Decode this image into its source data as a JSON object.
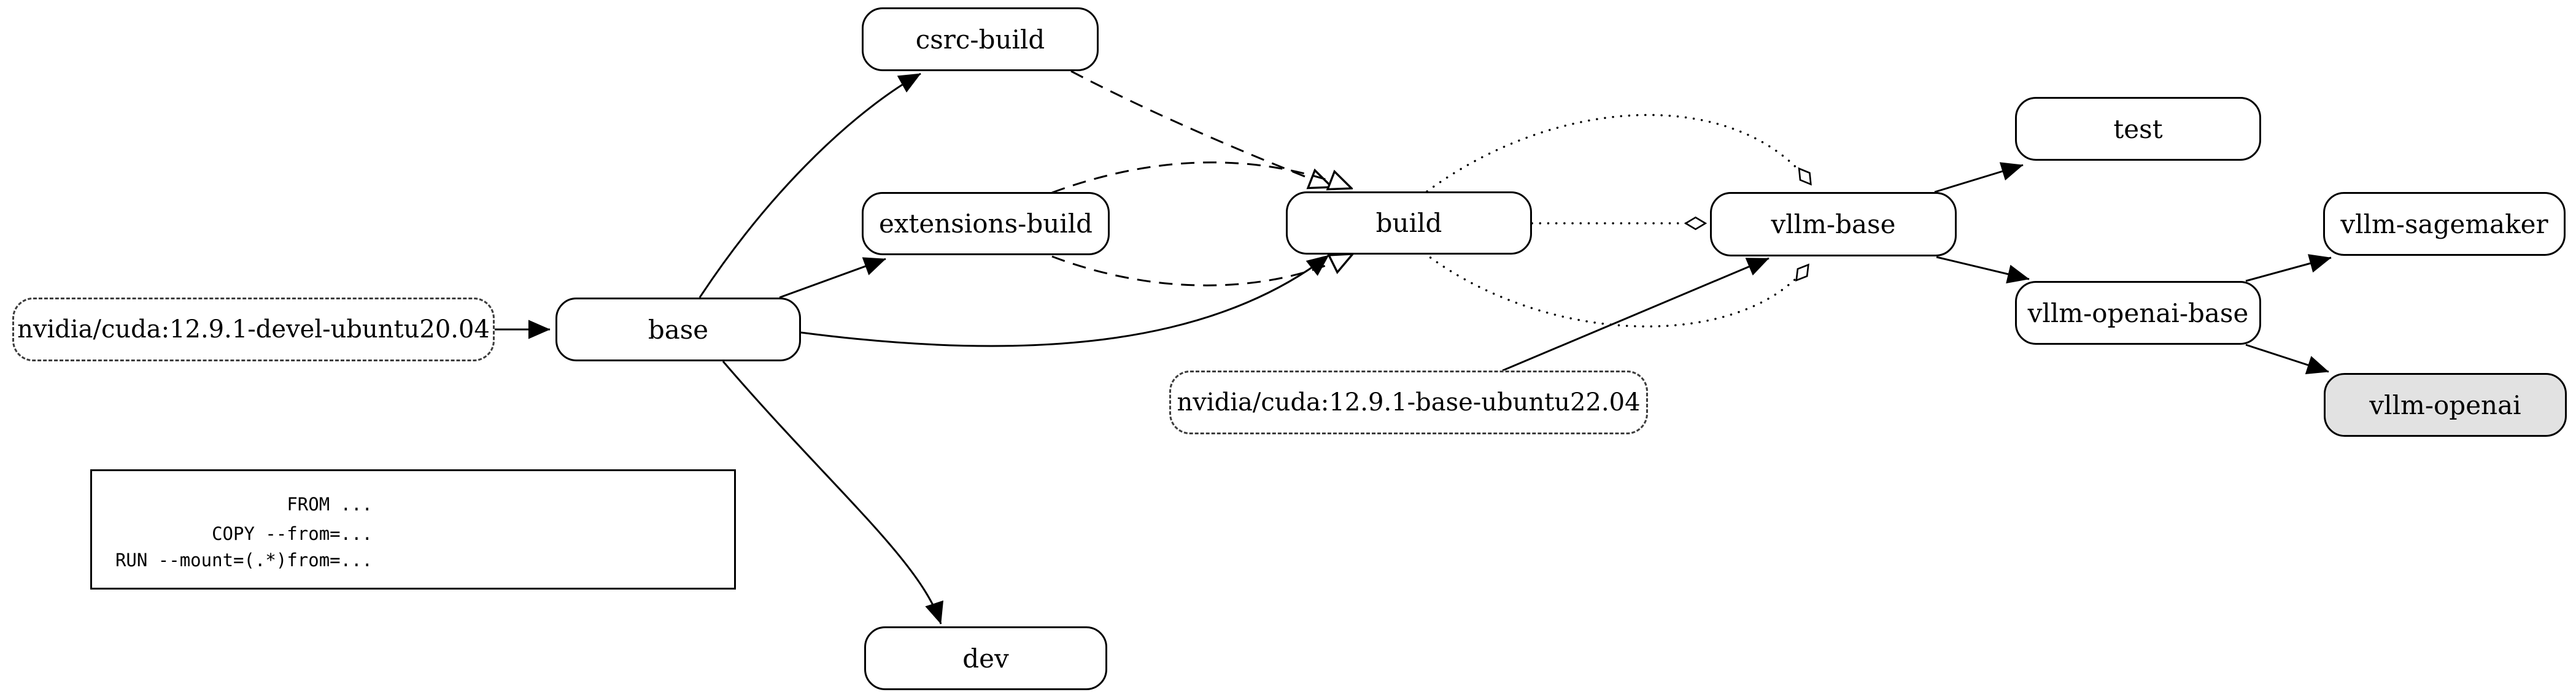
{
  "diagram": {
    "kind": "docker-build-stage-graph",
    "nodes": [
      {
        "id": "cuda-devel",
        "label": "nvidia/cuda:12.9.1-devel-ubuntu20.04",
        "type": "external-image"
      },
      {
        "id": "base",
        "label": "base",
        "type": "stage"
      },
      {
        "id": "csrc-build",
        "label": "csrc-build",
        "type": "stage"
      },
      {
        "id": "extensions-build",
        "label": "extensions-build",
        "type": "stage"
      },
      {
        "id": "build",
        "label": "build",
        "type": "stage"
      },
      {
        "id": "vllm-base",
        "label": "vllm-base",
        "type": "stage"
      },
      {
        "id": "test",
        "label": "test",
        "type": "stage"
      },
      {
        "id": "vllm-sagemaker",
        "label": "vllm-sagemaker",
        "type": "stage"
      },
      {
        "id": "vllm-openai-base",
        "label": "vllm-openai-base",
        "type": "stage"
      },
      {
        "id": "vllm-openai",
        "label": "vllm-openai",
        "type": "stage-highlighted"
      },
      {
        "id": "cuda-base",
        "label": "nvidia/cuda:12.9.1-base-ubuntu22.04",
        "type": "external-image"
      },
      {
        "id": "dev",
        "label": "dev",
        "type": "stage"
      }
    ],
    "edges": [
      {
        "from": "nvidia/cuda:12.9.1-devel-ubuntu20.04",
        "to": "base",
        "relation": "FROM",
        "line": "solid",
        "arrowhead": "filled-triangle"
      },
      {
        "from": "base",
        "to": "csrc-build",
        "relation": "FROM",
        "line": "solid",
        "arrowhead": "filled-triangle"
      },
      {
        "from": "base",
        "to": "extensions-build",
        "relation": "FROM",
        "line": "solid",
        "arrowhead": "filled-triangle"
      },
      {
        "from": "base",
        "to": "build",
        "relation": "FROM",
        "line": "solid",
        "arrowhead": "filled-triangle"
      },
      {
        "from": "base",
        "to": "dev",
        "relation": "FROM",
        "line": "solid",
        "arrowhead": "filled-triangle"
      },
      {
        "from": "csrc-build",
        "to": "build",
        "relation": "COPY --from",
        "line": "dashed",
        "arrowhead": "open-triangle"
      },
      {
        "from": "extensions-build",
        "to": "build",
        "relation": "COPY --from",
        "line": "dashed",
        "arrowhead": "open-triangle"
      },
      {
        "from": "extensions-build",
        "to": "build",
        "relation": "COPY --from",
        "line": "dashed",
        "arrowhead": "open-triangle"
      },
      {
        "from": "build",
        "to": "vllm-base",
        "relation": "RUN --mount=(.*)from=",
        "line": "dotted",
        "arrowhead": "open-diamond"
      },
      {
        "from": "build",
        "to": "vllm-base",
        "relation": "RUN --mount=(.*)from=",
        "line": "dotted",
        "arrowhead": "open-diamond"
      },
      {
        "from": "build",
        "to": "vllm-base",
        "relation": "RUN --mount=(.*)from=",
        "line": "dotted",
        "arrowhead": "open-diamond"
      },
      {
        "from": "nvidia/cuda:12.9.1-base-ubuntu22.04",
        "to": "vllm-base",
        "relation": "FROM",
        "line": "solid",
        "arrowhead": "filled-triangle"
      },
      {
        "from": "vllm-base",
        "to": "test",
        "relation": "FROM",
        "line": "solid",
        "arrowhead": "filled-triangle"
      },
      {
        "from": "vllm-base",
        "to": "vllm-openai-base",
        "relation": "FROM",
        "line": "solid",
        "arrowhead": "filled-triangle"
      },
      {
        "from": "vllm-openai-base",
        "to": "vllm-sagemaker",
        "relation": "FROM",
        "line": "solid",
        "arrowhead": "filled-triangle"
      },
      {
        "from": "vllm-openai-base",
        "to": "vllm-openai",
        "relation": "FROM",
        "line": "solid",
        "arrowhead": "filled-triangle"
      }
    ],
    "legend": {
      "items": [
        {
          "label": "FROM ...",
          "line": "solid",
          "arrowhead": "filled-triangle"
        },
        {
          "label": "COPY --from=...",
          "line": "dashed",
          "arrowhead": "open-triangle"
        },
        {
          "label": "RUN --mount=(.*)from=...",
          "line": "dotted",
          "arrowhead": "open-diamond"
        }
      ]
    },
    "colors": {
      "background": "#ffffff",
      "stroke": "#000000",
      "node_fill": "#ffffff",
      "highlight_fill": "#e2e2e2",
      "external_border": "#3c3c3c"
    }
  }
}
